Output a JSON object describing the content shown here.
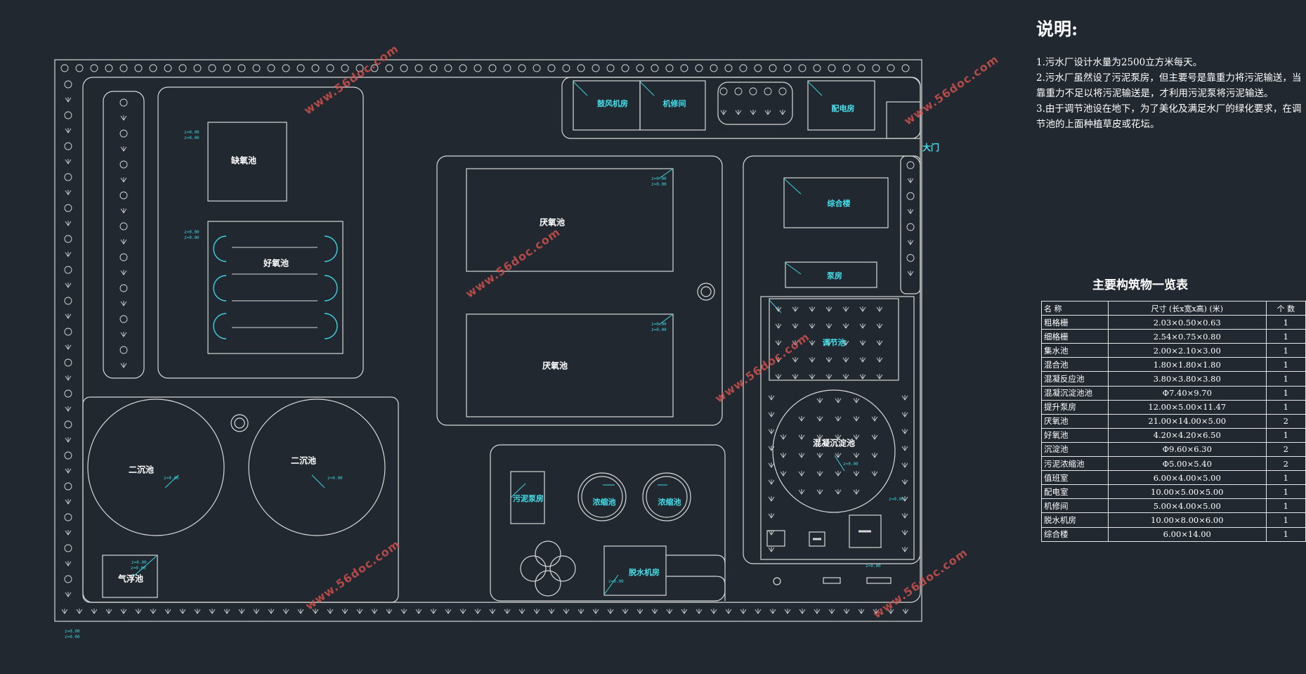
{
  "notes": {
    "title": "说明:",
    "items": [
      "1.污水厂设计水量为2500立方米每天。",
      "2.污水厂虽然设了污泥泵房，但主要号是靠重力将污泥输送，当",
      "靠重力不足以将污泥输送是，才利用污泥泵将污泥输送。",
      "3.由于调节池设在地下，为了美化及满足水厂的绿化要求，在调",
      "节池的上面种植草皮或花坛。"
    ]
  },
  "table": {
    "title": "主要构筑物一览表",
    "headers": [
      "名 称",
      "尺寸 (长x宽x高) (米)",
      "个 数"
    ],
    "rows": [
      [
        "粗格栅",
        "2.03×0.50×0.63",
        "1"
      ],
      [
        "细格栅",
        "2.54×0.75×0.80",
        "1"
      ],
      [
        "集水池",
        "2.00×2.10×3.00",
        "1"
      ],
      [
        "混合池",
        "1.80×1.80×1.80",
        "1"
      ],
      [
        "混凝反应池",
        "3.80×3.80×3.80",
        "1"
      ],
      [
        "混凝沉淀池池",
        "Φ7.40×9.70",
        "1"
      ],
      [
        "提升泵房",
        "12.00×5.00×11.47",
        "1"
      ],
      [
        "厌氧池",
        "21.00×14.00×5.00",
        "2"
      ],
      [
        "好氧池",
        "4.20×4.20×6.50",
        "1"
      ],
      [
        "沉淀池",
        "Φ9.60×6.30",
        "2"
      ],
      [
        "污泥浓缩池",
        "Φ5.00×5.40",
        "2"
      ],
      [
        "值班室",
        "6.00×4.00×5.00",
        "1"
      ],
      [
        "配电室",
        "10.00×5.00×5.00",
        "1"
      ],
      [
        "机修间",
        "5.00×4.00×5.00",
        "1"
      ],
      [
        "脱水机房",
        "10.00×8.00×6.00",
        "1"
      ],
      [
        "综合楼",
        "6.00×14.00",
        "1"
      ]
    ]
  },
  "plan": {
    "gate": "大门",
    "labels": {
      "anoxic": "缺氧池",
      "aerobic": "好氧池",
      "anaerobic1": "厌氧池",
      "anaerobic2": "厌氧池",
      "clarifier1": "二沉池",
      "clarifier2": "二沉池",
      "flotation": "气浮池",
      "blower": "鼓风机房",
      "repair": "机修间",
      "power": "配电房",
      "office": "综合楼",
      "pump": "泵房",
      "equalization": "调节池",
      "coag_settle": "混凝沉淀池",
      "sludge_pump": "污泥泵房",
      "thickener1": "浓缩池",
      "thickener2": "浓缩池",
      "dewater": "脱水机房"
    },
    "watermark": "www.56doc.com"
  }
}
